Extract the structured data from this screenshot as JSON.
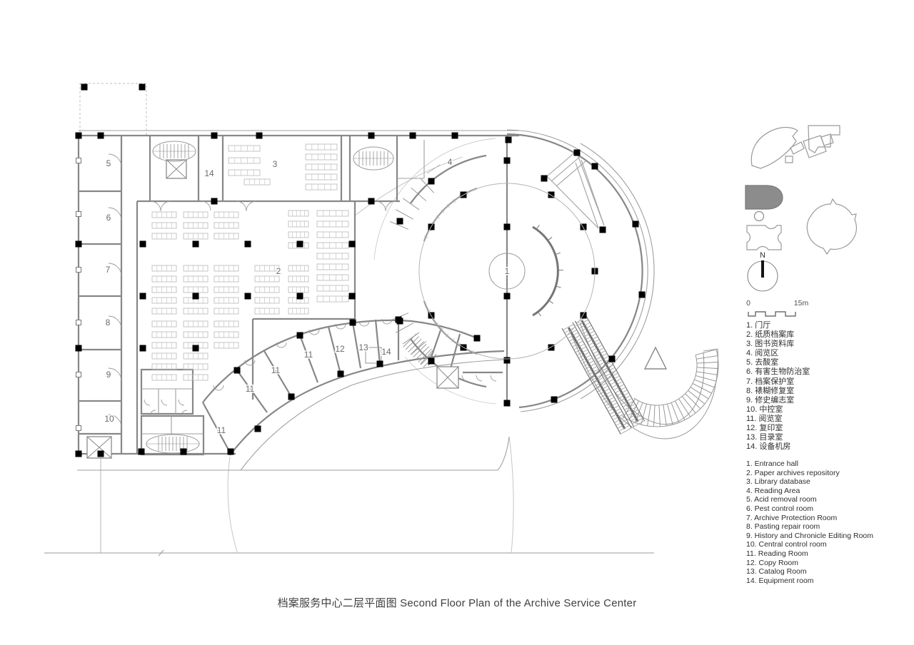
{
  "title": "档案服务中心二层平面图 Second Floor Plan of the Archive Service Center",
  "plan": {
    "labels": [
      "5",
      "6",
      "7",
      "8",
      "9",
      "10",
      "14",
      "3",
      "2",
      "4",
      "1",
      "11",
      "11",
      "11",
      "11",
      "12",
      "13",
      "14"
    ]
  },
  "legend_zh": [
    "1. 门厅",
    "2. 纸质档案库",
    "3. 图书资料库",
    "4. 阅览区",
    "5. 去酸室",
    "6. 有害生物防治室",
    "7. 档案保护室",
    "8. 裱糊修复室",
    "9. 修史编志室",
    "10. 中控室",
    "11. 阅览室",
    "12. 复印室",
    "13. 目录室",
    "14. 设备机房"
  ],
  "legend_en": [
    "1. Entrance hall",
    "2. Paper archives repository",
    "3. Library database",
    "4. Reading Area",
    "5. Acid removal room",
    "6. Pest control room",
    "7. Archive Protection Room",
    "8. Pasting repair room",
    "9. History and Chronicle Editing Room",
    "10. Central control room",
    "11. Reading Room",
    "12. Copy Room",
    "13. Catalog Room",
    "14. Equipment room"
  ],
  "compass": {
    "north_label": "N"
  },
  "scale_bar": {
    "start": "0",
    "end": "15m"
  },
  "colors": {
    "wall": "#878787",
    "column": "#000000",
    "detail": "#a8a8a8",
    "label_text": "#6b6b6b",
    "keyplan_highlight": "#8c8c8c"
  }
}
